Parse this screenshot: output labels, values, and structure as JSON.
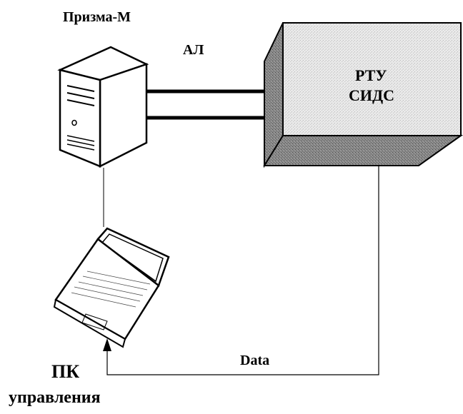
{
  "labels": {
    "server": "Призма-М",
    "link": "АЛ",
    "rtu_line1": "РТУ",
    "rtu_line2": "СИДС",
    "data": "Data",
    "pc_line1": "ПК",
    "pc_line2": "управления"
  },
  "colors": {
    "line": "#000000",
    "box_face": "#e6e6e6",
    "box_dark": "#7a7a7a",
    "device_fill": "#ffffff"
  },
  "icons": {
    "server": "tower-server-icon",
    "laptop": "laptop-icon",
    "rtu": "3d-box-icon"
  }
}
